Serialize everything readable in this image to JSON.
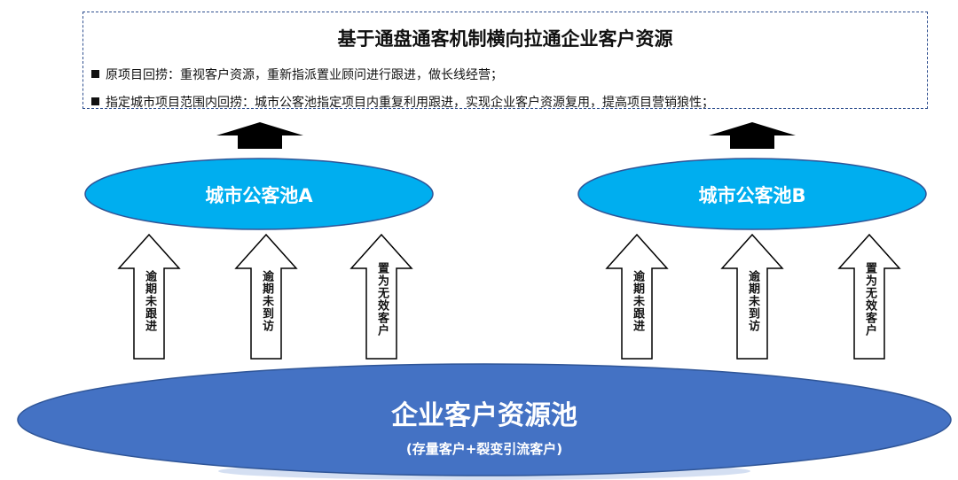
{
  "header": {
    "title": "基于通盘通客机制横向拉通企业客户资源",
    "bullets": [
      "原项目回捞：重视客户资源，重新指派置业顾问进行跟进，做长线经营；",
      "指定城市项目范围内回捞：城市公客池指定项目内重复利用跟进，实现企业客户资源复用，提高项目营销狼性；"
    ]
  },
  "pools": {
    "city_a": "城市公客池A",
    "city_b": "城市公客池B",
    "enterprise": "企业客户资源池",
    "enterprise_sub": "(存量客户+裂变引流客户)"
  },
  "arrows": [
    {
      "label": "逾期未跟进"
    },
    {
      "label": "逾期未到访"
    },
    {
      "label": "置为无效客户"
    },
    {
      "label": "逾期未跟进"
    },
    {
      "label": "逾期未到访"
    },
    {
      "label": "置为无效客户"
    }
  ],
  "colors": {
    "city_pool": "#00aeef",
    "city_pool_border": "#2f5597",
    "enterprise_pool": "#4472c4",
    "dashed_border": "#2f4f8f"
  }
}
